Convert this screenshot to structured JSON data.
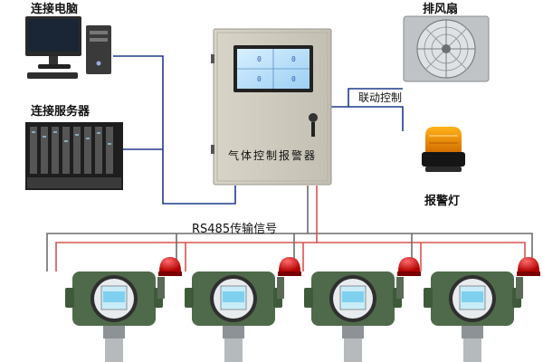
{
  "labels": {
    "pc": "连接电脑",
    "server": "连接服务器",
    "fan": "排风扇",
    "link_control": "联动控制",
    "alarm_lamp": "报警灯",
    "bus": "RS485传输信号",
    "cabinet": "气体控制报警器"
  },
  "screen": {
    "readouts": [
      "0",
      "0",
      "0",
      "0"
    ]
  },
  "detector_count": 4,
  "colors": {
    "blue_line": "#1f3c8c",
    "red_line": "#d9534f",
    "gray_line": "#6d6d6d",
    "cabinet": "#cfcbbf",
    "detector": "#4f6a4a",
    "lamp": "#d98a00",
    "beacon": "#d21e1e"
  }
}
